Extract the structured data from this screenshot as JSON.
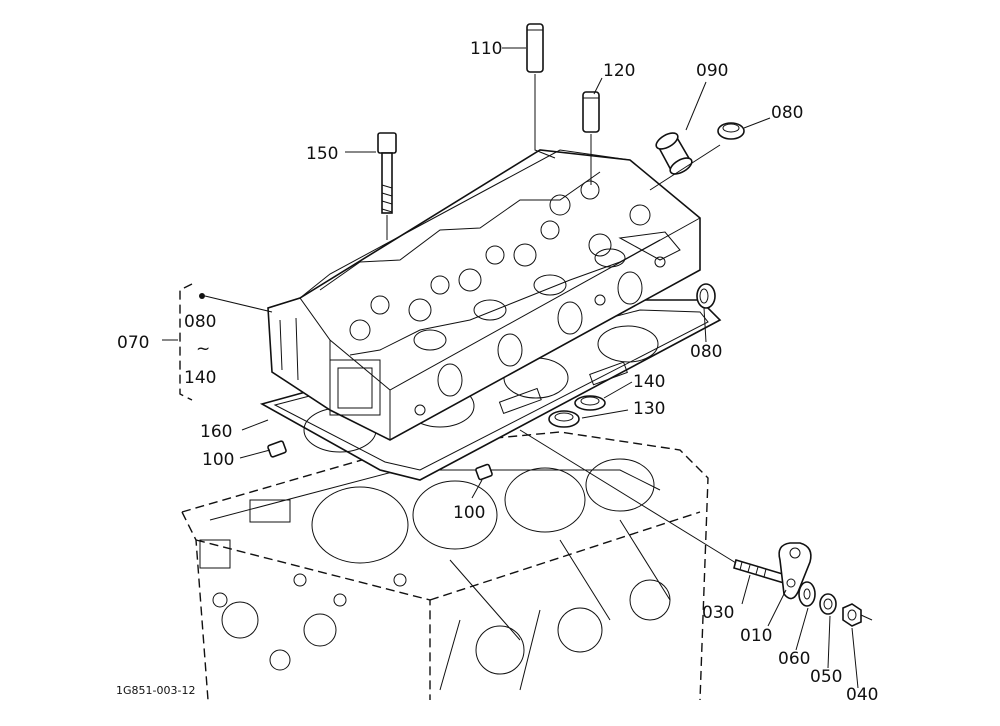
{
  "figure_code": "1G851-003-12",
  "callouts": {
    "p110": "110",
    "p120": "120",
    "p090": "090",
    "p080_top": "080",
    "p150": "150",
    "p070": "070",
    "p080_range": "080",
    "range_sep": "~",
    "p140_range": "140",
    "p080_right": "080",
    "p140": "140",
    "p130": "130",
    "p160": "160",
    "p100_left": "100",
    "p100_mid": "100",
    "p030": "030",
    "p010": "010",
    "p060": "060",
    "p050": "050",
    "p040": "040"
  }
}
